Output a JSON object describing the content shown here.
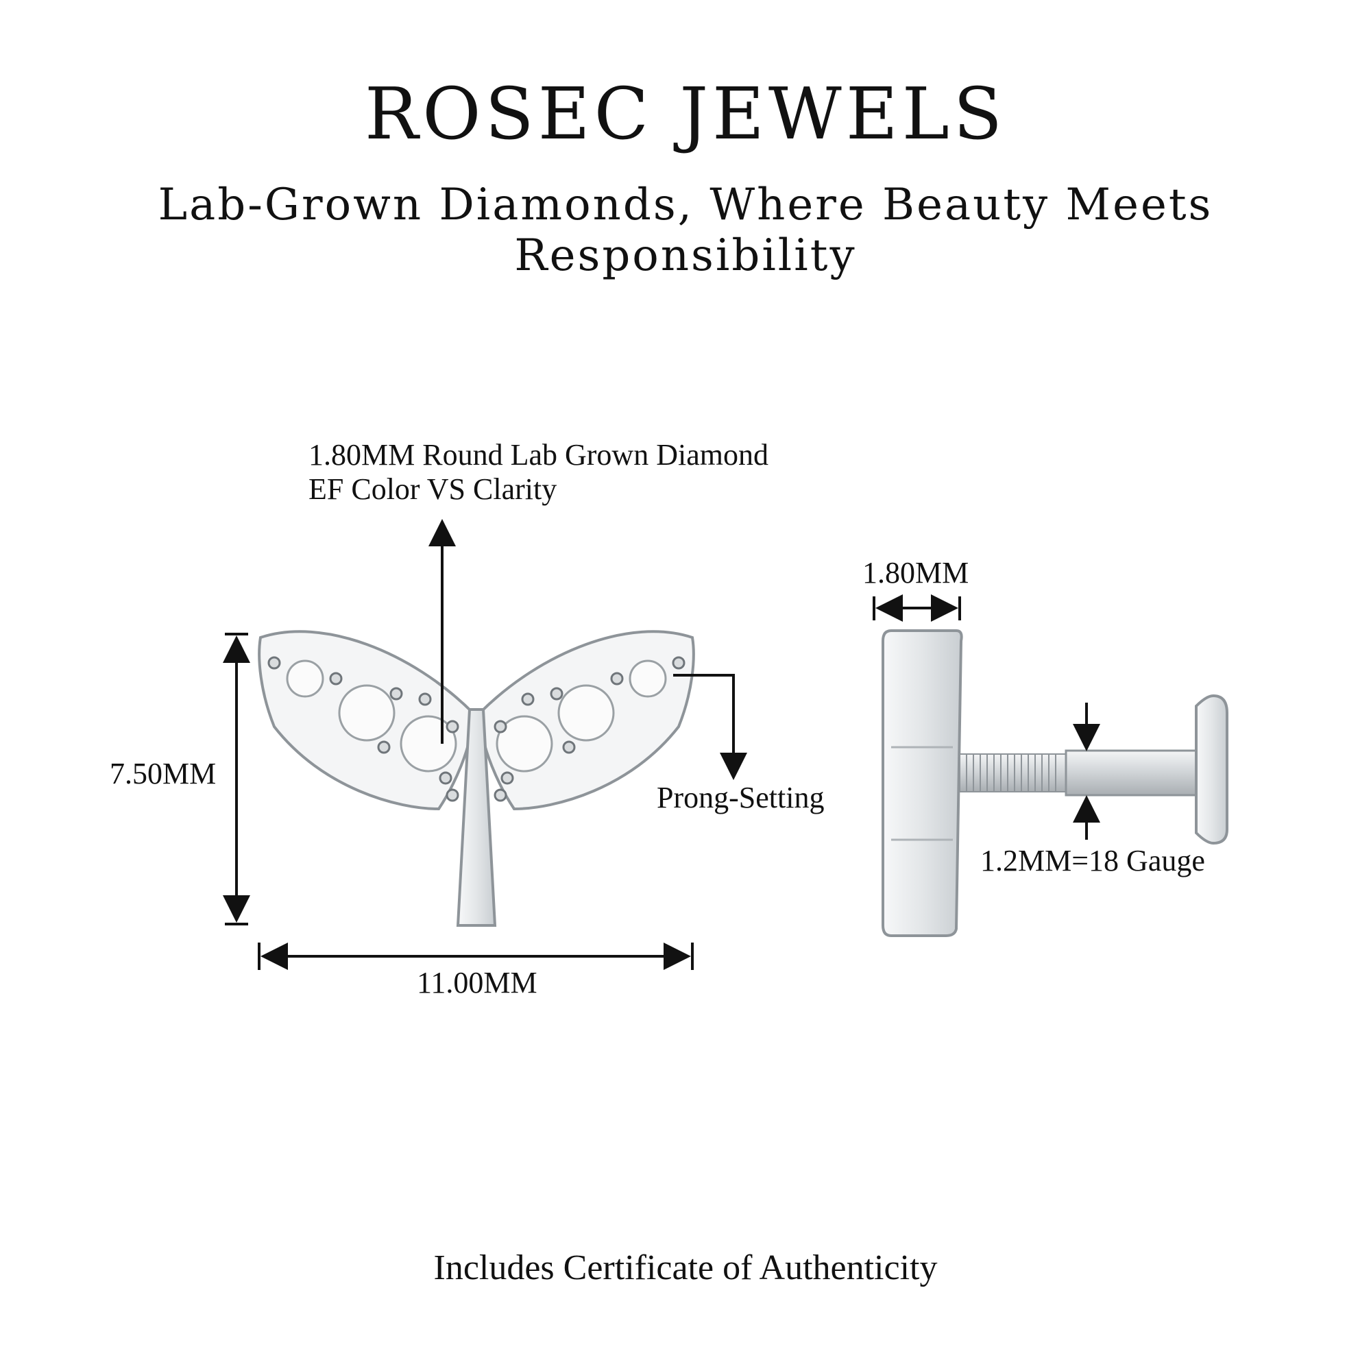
{
  "header": {
    "brand": "ROSEC JEWELS",
    "tagline": "Lab-Grown Diamonds, Where Beauty Meets Responsibility"
  },
  "annotations": {
    "diamond_line1": "1.80MM Round Lab Grown Diamond",
    "diamond_line2": "EF Color VS Clarity",
    "height": "7.50MM",
    "width": "11.00MM",
    "prong": "Prong-Setting",
    "thickness": "1.80MM",
    "gauge": "1.2MM=18 Gauge"
  },
  "footer": {
    "text": "Includes Certificate of Authenticity"
  },
  "colors": {
    "metal": "#e9ecee",
    "metal_shadow": "#b9bec2",
    "ink": "#111111"
  }
}
